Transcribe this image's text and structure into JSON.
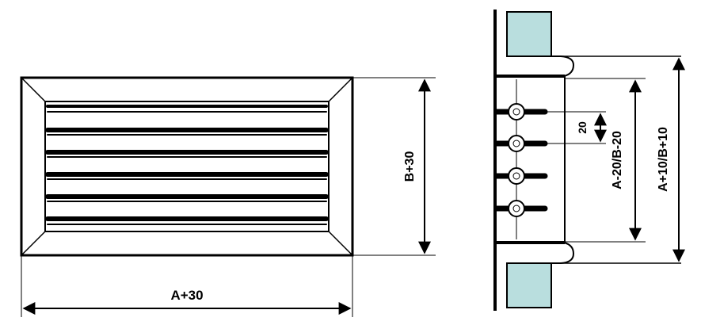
{
  "labels": {
    "front_width": "A+30",
    "front_height": "B+30",
    "pitch": "20",
    "inner_opening": "A-20/B-20",
    "outer_opening": "A+10/B+10"
  },
  "colors": {
    "stroke": "#000000",
    "wall_fill": "#b9dede",
    "background": "#ffffff"
  }
}
